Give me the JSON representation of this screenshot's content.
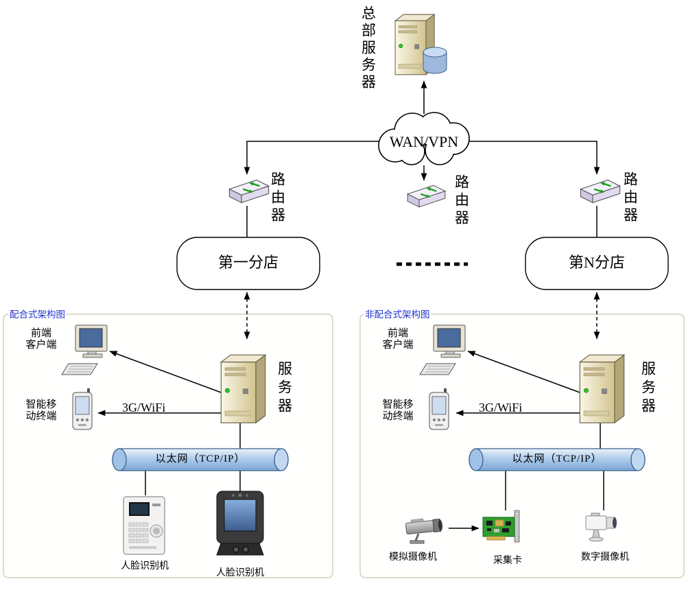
{
  "labels": {
    "hq_server": "总部服务器",
    "wan_vpn": "WAN/VPN",
    "router_left": "路由器",
    "router_middle": "路由器",
    "router_right": "路由器",
    "branch_left": "第一分店",
    "branch_right": "第N分店"
  },
  "panel_left": {
    "title": "配合式架构图",
    "client": "前端\n客户端",
    "mobile": "智能移\n动终端",
    "wifi": "3G/WiFi",
    "server": "服务器",
    "ethernet": "以太网（TCP/IP）",
    "device1": "人脸识别机",
    "device2": "人脸识别机"
  },
  "panel_right": {
    "title": "非配合式架构图",
    "client": "前端\n客户端",
    "mobile": "智能移\n动终端",
    "wifi": "3G/WiFi",
    "server": "服务器",
    "ethernet": "以太网（TCP/IP）",
    "analog_camera": "模拟摄像机",
    "capture_card": "采集卡",
    "digital_camera": "数字摄像机"
  },
  "colors": {
    "pipe_blue": "#a9c9ea",
    "panel_title_blue": "#2233cc",
    "pcb_green": "#2f9e2f",
    "server_beige": "#e9dfb8",
    "db_cylinder_blue": "#9db8dd"
  }
}
